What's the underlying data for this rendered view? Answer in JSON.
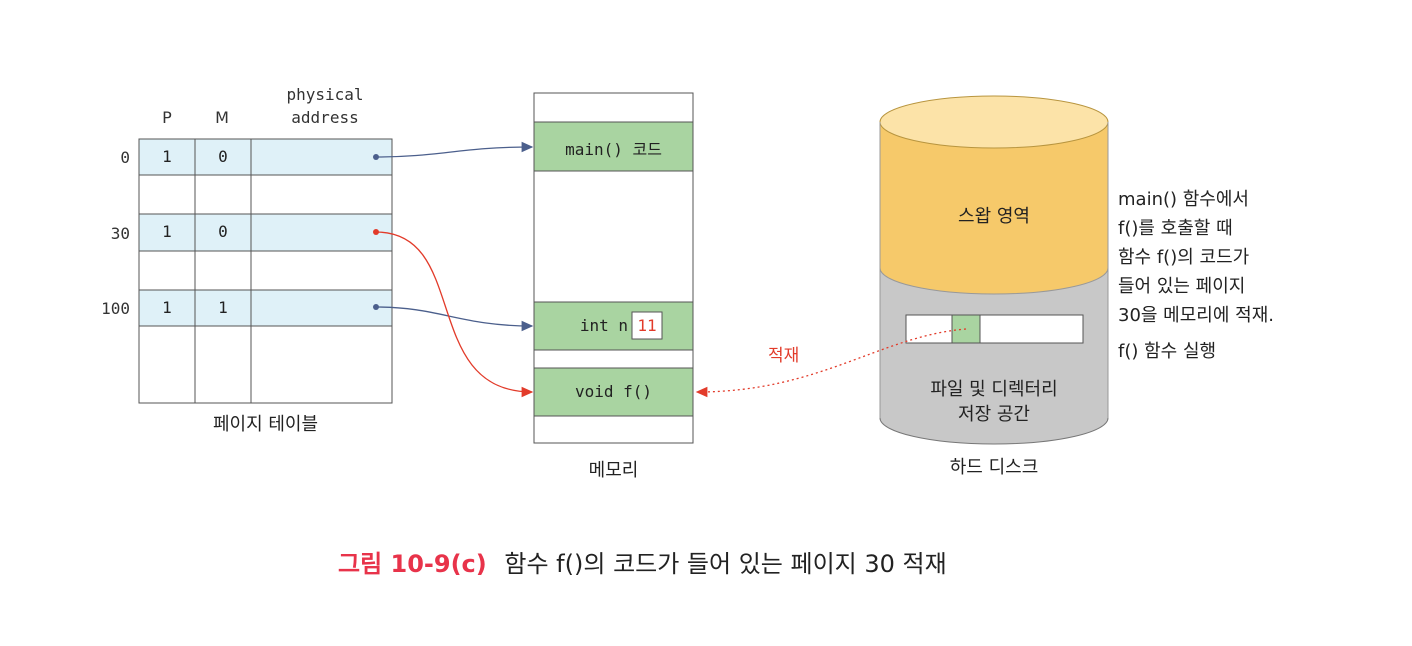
{
  "page_table": {
    "headers": {
      "p": "P",
      "m": "M",
      "physical_line1": "physical",
      "physical_line2": "address"
    },
    "rows": [
      {
        "label": "0",
        "p": "1",
        "m": "0"
      },
      {
        "label": "30",
        "p": "1",
        "m": "0"
      },
      {
        "label": "100",
        "p": "1",
        "m": "1"
      }
    ],
    "title": "페이지 테이블"
  },
  "memory": {
    "blocks": {
      "main": "main() 코드",
      "int_prefix": "int n",
      "int_value": "11",
      "void": "void f()"
    },
    "title": "메모리"
  },
  "disk": {
    "stack_area": "스왑 영역",
    "file_area_line1": "파일 및 디렉터리",
    "file_area_line2": "저장 공간",
    "title": "하드 디스크"
  },
  "load_label": "적재",
  "note": {
    "line1": "main() 함수에서",
    "line2": "f()를 호출할 때",
    "line3": "함수 f()의 코드가",
    "line4": "들어 있는 페이지",
    "line5": "30을 메모리에 적재.",
    "line6": "f() 함수 실행"
  },
  "caption": {
    "number": "그림 10-9(c)",
    "text": "함수 f()의 코드가 들어 있는 페이지 30 적재"
  },
  "colors": {
    "table_fill": "#dff1f8",
    "memory_block": "#a9d4a1",
    "disk_top": "#f6c96a",
    "disk_bottom": "#c8c8c8",
    "arrow_blue": "#4b5f8c",
    "arrow_red": "#e23b2a",
    "caption_accent": "#e8334a"
  }
}
